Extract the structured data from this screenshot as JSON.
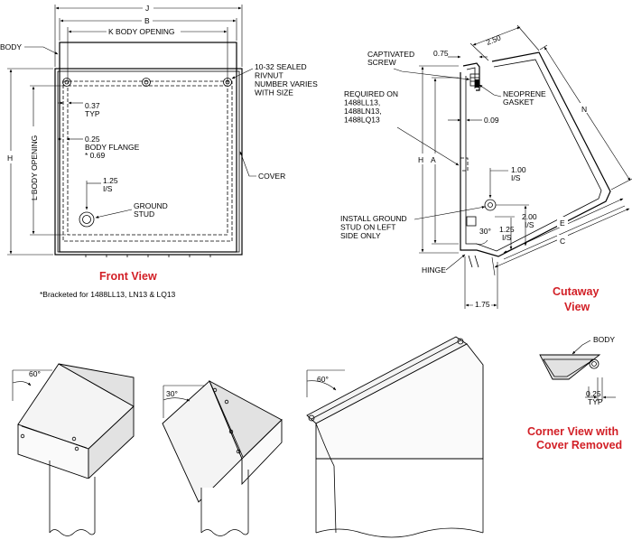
{
  "front": {
    "dims": {
      "j": "J",
      "b": "B",
      "k": "K BODY OPENING",
      "h": "H",
      "l": "L BODY OPENING"
    },
    "labels": {
      "body": "BODY",
      "rivnut": [
        "10-32 SEALED",
        "RIVNUT",
        "NUMBER VARIES",
        "WITH SIZE"
      ],
      "typ037": [
        "0.37",
        "TYP"
      ],
      "flange": [
        "0.25",
        "BODY FLANGE",
        "* 0.69"
      ],
      "is125": [
        "1.25",
        "I/S"
      ],
      "ground": [
        "GROUND",
        "STUD"
      ],
      "cover": "COVER"
    },
    "title": "Front View",
    "note": "*Bracketed for 1488LL13, LN13 & LQ13"
  },
  "cutaway": {
    "labels": {
      "captivated": [
        "CAPTIVATED",
        "SCREW"
      ],
      "d075": "0.75",
      "d250": "2.50",
      "neoprene": [
        "NEOPRENE",
        "GASKET"
      ],
      "required": [
        "REQUIRED ON",
        "1488LL13,",
        "1488LN13,",
        "1488LQ13"
      ],
      "d009": "0.09",
      "n": "N",
      "h": "H",
      "a": "A",
      "d100": [
        "1.00",
        "I/S"
      ],
      "install": [
        "INSTALL GROUND",
        "STUD ON LEFT",
        "SIDE ONLY"
      ],
      "d200": [
        "2.00",
        "I/S"
      ],
      "d125": [
        "1.25",
        "I/S"
      ],
      "deg30": "30°",
      "e": "E",
      "c": "C",
      "hinge": "HINGE",
      "d175": "1.75"
    },
    "title": [
      "Cutaway",
      "View"
    ]
  },
  "iso": {
    "a60": "60°",
    "a30": "30°",
    "b60": "60°"
  },
  "corner": {
    "body": "BODY",
    "d025": [
      "0.25",
      "TYP"
    ],
    "title": [
      "Corner View with",
      "Cover Removed"
    ]
  }
}
